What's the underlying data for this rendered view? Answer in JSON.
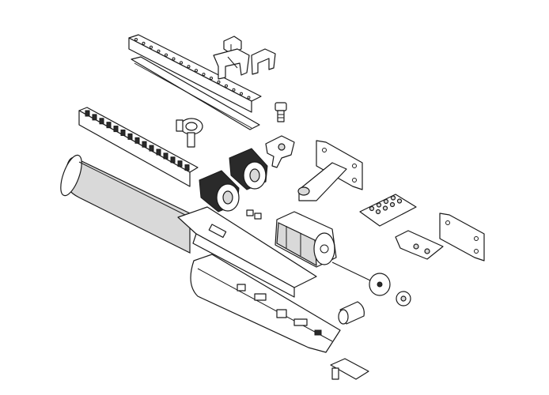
{
  "diagram": {
    "type": "exploded-view technical drawing",
    "colors": {
      "line": "#1a1a1a",
      "background": "#ffffff",
      "shade": "#d9d9d9",
      "dark": "#2a2a2a"
    },
    "parts": [
      "top-rack",
      "flat-strip",
      "clip-small",
      "clip-bracket-a",
      "clip-bracket-b",
      "screw",
      "toothed-rack",
      "pipe-clamp",
      "drive-gear-upper",
      "drive-gear-lower",
      "cam-lever",
      "mounting-bracket-left",
      "main-housing-tube",
      "housing-cover",
      "small-screws",
      "motor",
      "hole-plate",
      "mounting-bracket-right",
      "shaft-with-disc",
      "washer",
      "capacitor",
      "lower-housing",
      "end-bracket"
    ]
  }
}
